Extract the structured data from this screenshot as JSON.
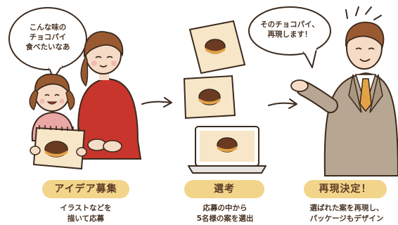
{
  "bubbles": {
    "child": "こんな味の\nチョコパイ\n食べたいなあ",
    "staff": "そのチョコパイ、\n再現します！"
  },
  "steps": [
    {
      "title": "アイデア募集",
      "description": "イラストなどを\n描いて応募"
    },
    {
      "title": "選考",
      "description": "応募の中から\n5名様の案を選出"
    },
    {
      "title": "再現決定！",
      "description": "選ばれた案を再現し、\nパッケージもデザイン"
    }
  ],
  "colors": {
    "badge": "#f2d58b",
    "text": "#4a3526",
    "red": "#c8352c",
    "pink": "#e9a7a6",
    "suit": "#b7a691",
    "chocolate": "#6a3b20",
    "cake": "#e4a247"
  }
}
